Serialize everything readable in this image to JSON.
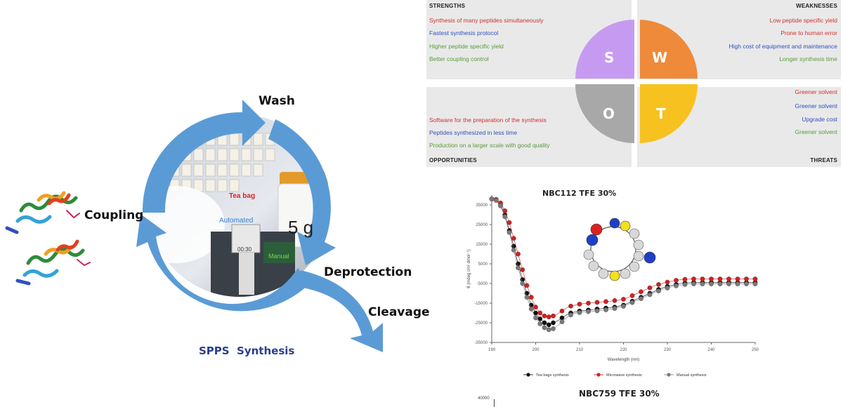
{
  "spps": {
    "wash": "Wash",
    "coupling": "Coupling",
    "deprotection": "Deprotection",
    "cleavage": "Cleavage",
    "title": "SPPS  Synthesis",
    "photo_labels": {
      "teabag": "Tea bag",
      "automated": "Automated",
      "manual": "Manual",
      "vial": "5 g",
      "device": "00:30"
    }
  },
  "swot": {
    "strengths_title": "STRENGTHS",
    "weaknesses_title": "WEAKNESSES",
    "opportunities_title": "OPPORTUNITIES",
    "threats_title": "THREATS",
    "letters": {
      "s": "S",
      "w": "W",
      "o": "O",
      "t": "T"
    },
    "strengths": [
      {
        "text": "Synthesis of many peptides simultaneously",
        "color": "#d03030"
      },
      {
        "text": "Fastest synthesis protocol",
        "color": "#3050c0"
      },
      {
        "text": "Higher peptide specific yield",
        "color": "#5a9a3a"
      },
      {
        "text": "Better coupling control",
        "color": "#5a9a3a"
      }
    ],
    "weaknesses": [
      {
        "text": "Low peptide specific yield",
        "color": "#d03030"
      },
      {
        "text": "Prone to human error",
        "color": "#d03030"
      },
      {
        "text": "High cost of equipment and maintenance",
        "color": "#3050c0"
      },
      {
        "text": "Longer synthesis time",
        "color": "#5a9a3a"
      }
    ],
    "opportunities": [
      {
        "text": "Software for the preparation of the synthesis",
        "color": "#d03030"
      },
      {
        "text": "Peptides synthesized in less time",
        "color": "#3050c0"
      },
      {
        "text": "Production on a larger scale with good quality",
        "color": "#5a9a3a"
      }
    ],
    "threats": [
      {
        "text": "Greener solvent",
        "color": "#d03030"
      },
      {
        "text": "Greener solvent",
        "color": "#3050c0"
      },
      {
        "text": "Upgrade cost",
        "color": "#3050c0"
      },
      {
        "text": "Greener solvent",
        "color": "#5a9a3a"
      }
    ],
    "colors": {
      "s": "#c79af2",
      "w": "#ee8a3a",
      "o": "#a8a8a8",
      "t": "#f7c21f",
      "panel": "#e9e9e9"
    }
  },
  "chart_data": [
    {
      "type": "scatter",
      "title": "NBC112 TFE 30%",
      "xlabel": "Wavelength (nm)",
      "ylabel": "θ (mdeg cm² dmol⁻¹)",
      "xlim": [
        190,
        250
      ],
      "ylim": [
        -35000,
        40000
      ],
      "xticks": [
        190,
        200,
        210,
        220,
        230,
        240,
        250
      ],
      "yticks": [
        -35000,
        -25000,
        -15000,
        -5000,
        5000,
        15000,
        25000,
        35000
      ],
      "x": [
        190,
        191,
        192,
        193,
        194,
        195,
        196,
        197,
        198,
        199,
        200,
        201,
        202,
        203,
        204,
        205,
        206,
        207,
        208,
        209,
        210,
        211,
        212,
        213,
        214,
        215,
        216,
        217,
        218,
        219,
        220,
        221,
        222,
        223,
        224,
        225,
        226,
        227,
        228,
        229,
        230,
        231,
        232,
        233,
        234,
        235,
        236,
        237,
        238,
        239,
        240,
        241,
        242,
        243,
        244,
        245,
        246,
        247,
        248,
        249,
        250
      ],
      "series": [
        {
          "name": "Tea bags synthesis",
          "color": "#111111",
          "values": [
            38000,
            37500,
            35000,
            30000,
            22000,
            14000,
            5000,
            -3000,
            -10000,
            -16000,
            -20000,
            -23000,
            -25000,
            -26000,
            -25000,
            -24000,
            -22500,
            -21000,
            -20000,
            -19500,
            -19000,
            -18800,
            -18500,
            -18300,
            -18000,
            -17800,
            -17500,
            -17200,
            -17000,
            -16500,
            -16000,
            -15000,
            -14000,
            -13000,
            -12000,
            -11000,
            -10000,
            -9000,
            -8000,
            -7200,
            -6500,
            -6000,
            -5500,
            -5000,
            -4800,
            -4600,
            -4500,
            -4500,
            -4500,
            -4500,
            -4500,
            -4500,
            -4500,
            -4500,
            -4500,
            -4500,
            -4500,
            -4500,
            -4500,
            -4500,
            -4500
          ]
        },
        {
          "name": "Microwave synthesis",
          "color": "#d02020",
          "values": [
            38000,
            37800,
            36000,
            32000,
            26000,
            18000,
            10000,
            2000,
            -6000,
            -12000,
            -17000,
            -20000,
            -21500,
            -22000,
            -21500,
            -20500,
            -19000,
            -17500,
            -16500,
            -16000,
            -15500,
            -15200,
            -15000,
            -14800,
            -14600,
            -14400,
            -14200,
            -14000,
            -13700,
            -13400,
            -13000,
            -12200,
            -11200,
            -10200,
            -9200,
            -8200,
            -7200,
            -6200,
            -5500,
            -4800,
            -4300,
            -3800,
            -3400,
            -3100,
            -2900,
            -2800,
            -2700,
            -2700,
            -2700,
            -2700,
            -2700,
            -2700,
            -2700,
            -2700,
            -2700,
            -2700,
            -2700,
            -2700,
            -2700,
            -2700,
            -2700
          ]
        },
        {
          "name": "Manual synthesis",
          "color": "#7a7a7a",
          "values": [
            38000,
            37300,
            34500,
            29000,
            21000,
            12000,
            3000,
            -5000,
            -12000,
            -18000,
            -22500,
            -25500,
            -27500,
            -28500,
            -28000,
            -26500,
            -24500,
            -22500,
            -21000,
            -20200,
            -19800,
            -19500,
            -19300,
            -19100,
            -18900,
            -18700,
            -18400,
            -18100,
            -17700,
            -17200,
            -16600,
            -15700,
            -14700,
            -13700,
            -12700,
            -11700,
            -10700,
            -9700,
            -8800,
            -8000,
            -7300,
            -6700,
            -6200,
            -5800,
            -5500,
            -5300,
            -5200,
            -5200,
            -5200,
            -5200,
            -5200,
            -5200,
            -5200,
            -5200,
            -5200,
            -5200,
            -5200,
            -5200,
            -5200,
            -5200,
            -5200
          ]
        }
      ]
    },
    {
      "type": "scatter",
      "title": "NBC759 TFE 30%",
      "yticks": [
        40000
      ]
    }
  ]
}
